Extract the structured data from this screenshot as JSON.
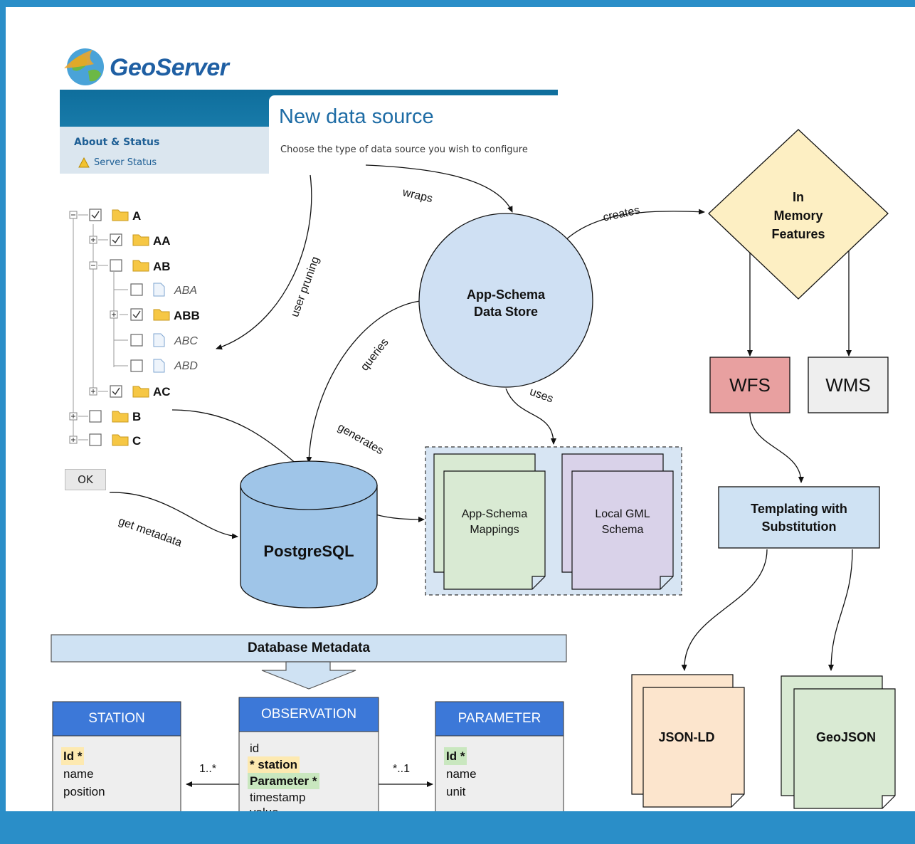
{
  "geoserver": {
    "logo_text": "GeoServer",
    "page_title": "New data source",
    "subtitle": "Choose the type of data source you wish to configure",
    "sidebar_heading": "About & Status",
    "sidebar_item": "Server Status"
  },
  "tree": {
    "items": [
      {
        "label": "A"
      },
      {
        "label": "AA"
      },
      {
        "label": "AB"
      },
      {
        "label": "ABA"
      },
      {
        "label": "ABB"
      },
      {
        "label": "ABC"
      },
      {
        "label": "ABD"
      },
      {
        "label": "AC"
      },
      {
        "label": "B"
      },
      {
        "label": "C"
      }
    ],
    "ok_label": "OK"
  },
  "nodes": {
    "app_schema_store": "App-Schema\nData Store",
    "in_memory": "In\nMemory\nFeatures",
    "wfs": "WFS",
    "wms": "WMS",
    "postgres": "PostgreSQL",
    "mappings": "App-Schema\nMappings",
    "gml_schema": "Local GML\nSchema",
    "templating": "Templating with\nSubstitution",
    "jsonld": "JSON-LD",
    "geojson": "GeoJSON"
  },
  "edges": {
    "wraps": "wraps",
    "creates": "creates",
    "user_pruning": "user pruning",
    "queries": "queries",
    "uses": "uses",
    "generates": "generates",
    "get_metadata": "get metadata"
  },
  "metadata": {
    "banner": "Database Metadata",
    "tables": {
      "station": {
        "name": "STATION",
        "rows": [
          "Id *",
          "name",
          "position"
        ]
      },
      "observation": {
        "name": "OBSERVATION",
        "rows": [
          "id",
          "* station",
          "Parameter *",
          "timestamp",
          "value"
        ]
      },
      "parameter": {
        "name": "PARAMETER",
        "rows": [
          "Id *",
          "name",
          "unit"
        ]
      }
    },
    "rel_left": "1..*",
    "rel_right": "*..1"
  },
  "colors": {
    "frame": "#2a8ec8",
    "circle_fill": "#cfe0f3",
    "diamond_fill": "#fdefc3",
    "wfs_fill": "#e8a0a0",
    "wms_fill": "#eeeeee",
    "db_fill": "#9fc5e8",
    "mapping_fill": "#d9ead3",
    "schema_fill": "#d9d2e9",
    "templating_fill": "#cfe2f3",
    "jsonld_fill": "#fce5cd",
    "geojson_fill": "#d9ead3",
    "table_header": "#3c78d8"
  }
}
